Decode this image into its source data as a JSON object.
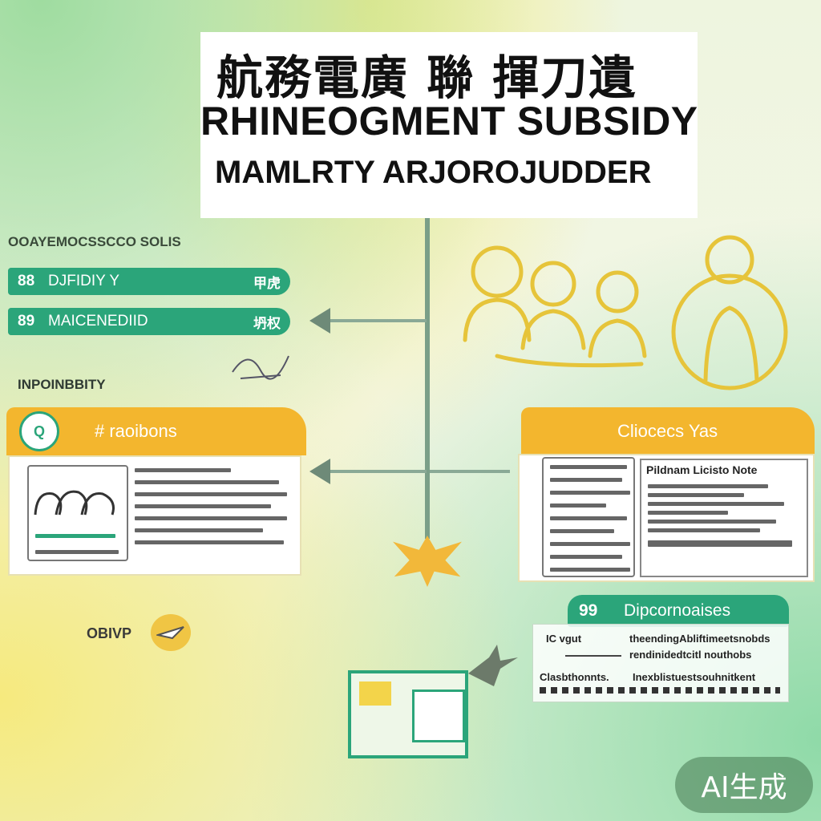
{
  "title": {
    "cjk": "航務電廣 聯 揮刀遺",
    "line1": "RHINEOGMENT SUBSIDY",
    "line2": "MAMLRTY ARJOROJUDDER"
  },
  "left": {
    "section_heading": "OOAYEMOCSSCCO SOLIS",
    "pills": [
      {
        "num": "88",
        "label": "DJFIDIY Y",
        "end": "甲虎"
      },
      {
        "num": "89",
        "label": "MAICENEDIID",
        "end": "坍权"
      }
    ],
    "inpo_heading": "INPOINBBITY",
    "panel": {
      "badge": "Q",
      "title": "# raoibons"
    },
    "bottom_label": "OBIVP"
  },
  "right": {
    "panel": {
      "title": "Cliocecs Yas",
      "note_title": "Pildnam Licisto Note"
    },
    "green_tag": {
      "num": "99",
      "label": "Dipcornoaises"
    },
    "info": {
      "r1c1": "IC vgut",
      "r1c2": "theendingAbliftimeetsnobds",
      "r2c2": "rendinidedtcitl nouthobs",
      "r3c1": "Clasbthonnts.",
      "r3c2": "Inexblistuestsouhnitkent"
    }
  },
  "watermark": "AI生成",
  "colors": {
    "green": "#2ba57a",
    "yellow": "#f3b62e",
    "sketch": "#e6c43a"
  }
}
